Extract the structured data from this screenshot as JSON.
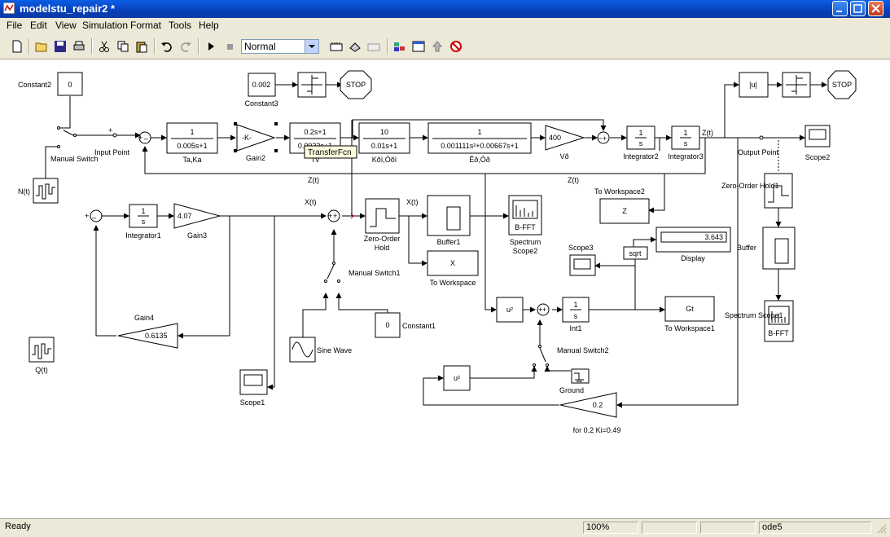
{
  "window": {
    "title": "modelstu_repair2 *"
  },
  "menu": [
    "File",
    "Edit",
    "View",
    "Simulation",
    "Format",
    "Tools",
    "Help"
  ],
  "toolbar": {
    "sim_mode": "Normal"
  },
  "blocks": {
    "constant2": {
      "name": "Constant2",
      "value": "0"
    },
    "constant3": {
      "name": "Constant3",
      "value": "0.002"
    },
    "stop": "STOP",
    "manual_switch": "Manual Switch",
    "input_point": "Input Point",
    "n_t": "N(t)",
    "ta_ka": {
      "name": "Ta,Ka",
      "num": "1",
      "den": "0.005s+1"
    },
    "gain2": {
      "name": "Gain2",
      "value": "-K-"
    },
    "transfer_fcn": {
      "name": "Tv",
      "num": "0.2s+1",
      "den": "0.0022s+1",
      "tooltip": "TransferFcn"
    },
    "ktu": {
      "name": "Kõï,Òõï",
      "num": "10",
      "den": "0.01s+1"
    },
    "ed": {
      "name": "Êð,Òð",
      "num": "1",
      "den": "0.001111s²+0.00667s+1"
    },
    "vd": {
      "name": "Vð",
      "value": "400"
    },
    "integrator2": {
      "name": "Integrator2",
      "num": "1",
      "den": "s"
    },
    "integrator3": {
      "name": "Integrator3",
      "num": "1",
      "den": "s"
    },
    "abs": "|u|",
    "output_point": "Output Point",
    "scope2": "Scope2",
    "zoh1": "Zero-Order Hold1",
    "buffer": "Buffer",
    "spectrum_scope1": {
      "name": "Spectrum Scope1",
      "value": "B-FFT"
    },
    "to_workspace2": {
      "name": "To Workspace2",
      "value": "Z"
    },
    "display": {
      "name": "Display",
      "value": "3.643"
    },
    "sqrt": "sqrt",
    "scope3": "Scope3",
    "integrator1": {
      "name": "Integrator1",
      "num": "1",
      "den": "s"
    },
    "gain3": {
      "name": "Gain3",
      "value": "4.07"
    },
    "gain4": {
      "name": "Gain4",
      "value": "0.6135"
    },
    "zero_order_hold": "Zero-Order Hold",
    "buffer1": "Buffer1",
    "spectrum_scope2": {
      "name": "Spectrum Scope2",
      "value": "B-FFT"
    },
    "to_workspace": {
      "name": "To Workspace",
      "value": "X"
    },
    "manual_switch1": "Manual Switch1",
    "constant1": {
      "name": "Constant1",
      "value": "0"
    },
    "sine_wave": "Sine Wave",
    "scope1": "Scope1",
    "q_t": "Q(t)",
    "square": "u²",
    "int1": {
      "name": "Int1",
      "num": "1",
      "den": "s"
    },
    "to_workspace1": {
      "name": "To Workspace1",
      "value": "Gt"
    },
    "manual_switch2": "Manual Switch2",
    "ground": "Ground",
    "gain_ki": {
      "name": "for 0.2 Ki=0.49",
      "value": "0.2"
    }
  },
  "signals": {
    "z": "Z(t)",
    "x": "X(t)"
  },
  "status": {
    "state": "Ready",
    "zoom": "100%",
    "solver": "ode5"
  }
}
